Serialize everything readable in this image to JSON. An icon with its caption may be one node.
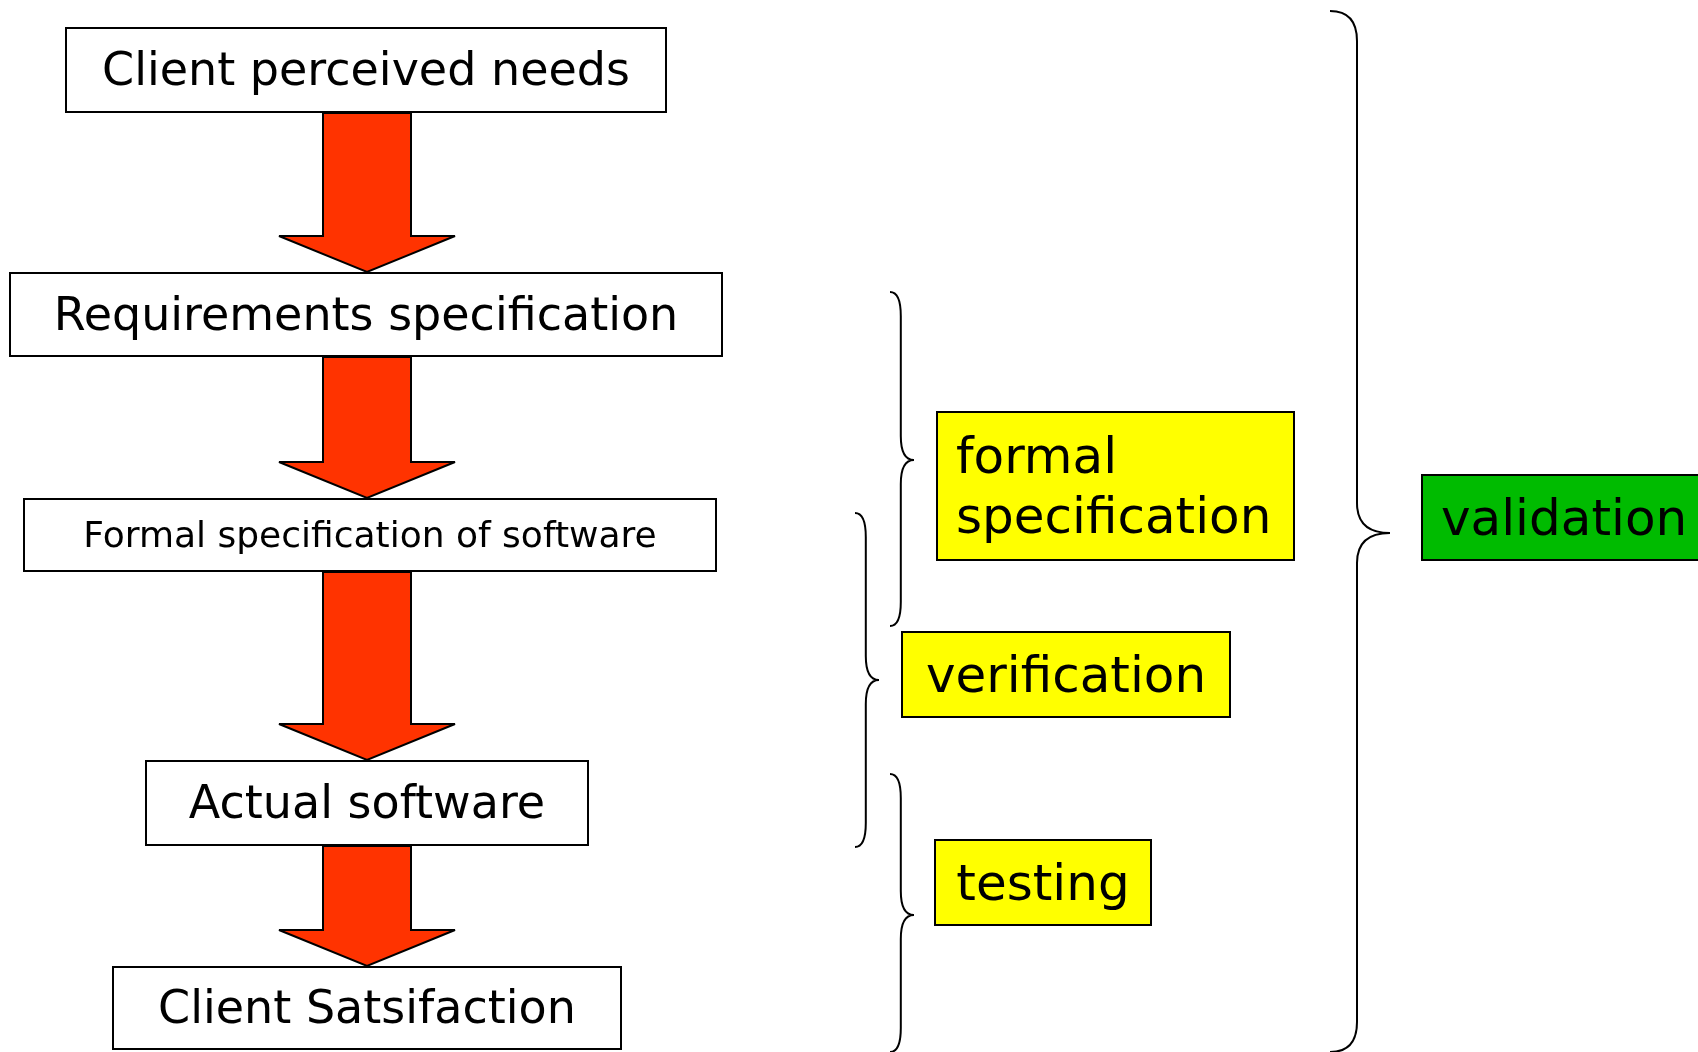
{
  "diagram": {
    "nodes": [
      {
        "text": [
          "Client perceived needs"
        ]
      },
      {
        "text": [
          "Requirements specification"
        ]
      },
      {
        "text": [
          "Formal specification of software"
        ]
      },
      {
        "text": [
          "Actual software"
        ]
      },
      {
        "text": [
          "Client Satsifaction"
        ]
      },
      {
        "text": [
          "formal specification"
        ]
      },
      {
        "text": [
          "verification"
        ]
      },
      {
        "text": [
          "testing"
        ]
      },
      {
        "text": [
          "validation"
        ]
      }
    ],
    "edges": [
      {
        "from": 0,
        "to": 1,
        "arrow": "to"
      },
      {
        "from": 1,
        "to": 2,
        "arrow": "to"
      },
      {
        "from": 2,
        "to": 3,
        "arrow": "to"
      },
      {
        "from": 3,
        "to": 4,
        "arrow": "to"
      }
    ]
  }
}
